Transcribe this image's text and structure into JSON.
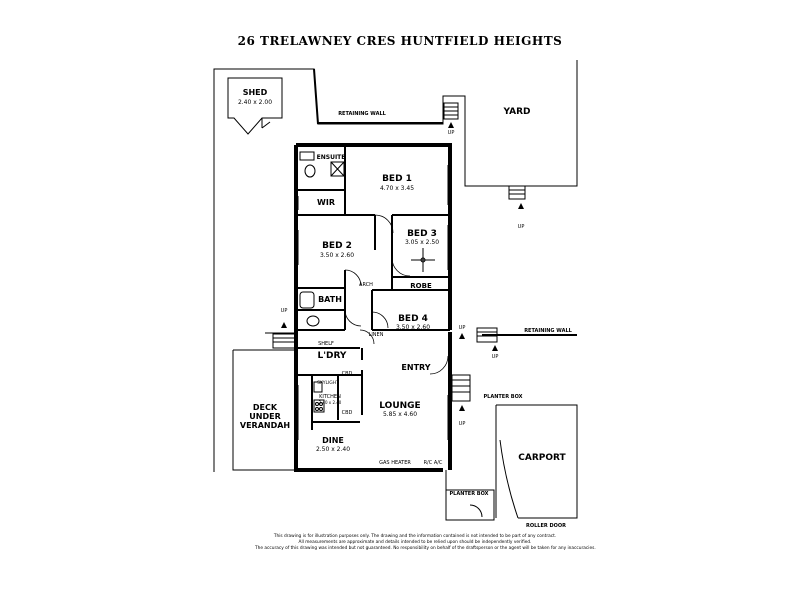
{
  "title": "26 TRELAWNEY CRES HUNTFIELD HEIGHTS",
  "rooms": {
    "shed": {
      "name": "SHED",
      "size": "2.40 x 2.00"
    },
    "yard": {
      "name": "YARD"
    },
    "ensuite": {
      "name": "ENSUITE"
    },
    "bed1": {
      "name": "BED 1",
      "size": "4.70 x 3.45"
    },
    "wir": {
      "name": "WIR"
    },
    "bed2": {
      "name": "BED 2",
      "size": "3.50 x 2.60"
    },
    "bed3": {
      "name": "BED 3",
      "size": "3.05 x 2.50"
    },
    "robe": {
      "name": "ROBE"
    },
    "bath": {
      "name": "BATH"
    },
    "arch": {
      "name": "ARCH"
    },
    "bed4": {
      "name": "BED 4",
      "size": "3.50 x 2.60"
    },
    "linen": {
      "name": "LINEN"
    },
    "shelf": {
      "name": "SHELF"
    },
    "laundry": {
      "name": "L'DRY"
    },
    "entry": {
      "name": "ENTRY"
    },
    "kitchen": {
      "name": "KITCHEN",
      "size": "2.40 x 2.40"
    },
    "skylight": {
      "name": "SKYLIGHT"
    },
    "cbd_upper": {
      "name": "CBD"
    },
    "cbd_lower": {
      "name": "CBD"
    },
    "lounge": {
      "name": "LOUNGE",
      "size": "5.85 x 4.60"
    },
    "deck": {
      "line1": "DECK",
      "line2": "UNDER",
      "line3": "VERANDAH"
    },
    "dine": {
      "name": "DINE",
      "size": "2.50 x 2.40"
    },
    "gas_heater": {
      "name": "GAS HEATER"
    },
    "rc_ac": {
      "name": "R/C A/C"
    },
    "planter_box_upper": {
      "name": "PLANTER BOX"
    },
    "planter_box_lower": {
      "name": "PLANTER BOX"
    },
    "carport": {
      "name": "CARPORT"
    },
    "roller_door": {
      "name": "ROLLER DOOR"
    }
  },
  "annotations": {
    "retaining_wall_top": "RETAINING WALL",
    "retaining_wall_right": "RETAINING WALL",
    "up": "UP"
  },
  "disclaimer": [
    "This drawing is for illustration purposes only. The drawing and the information contained is not intended to be part of any contract.",
    "All measurements are approximate and details intended to be relied upon should be independently verified.",
    "The accuracy of this drawing was intended but not guaranteed. No responsibility on behalf of the draftsperson or the agent will be taken for any inaccuracies."
  ],
  "colors": {
    "ink": "#000000",
    "background": "#ffffff"
  }
}
